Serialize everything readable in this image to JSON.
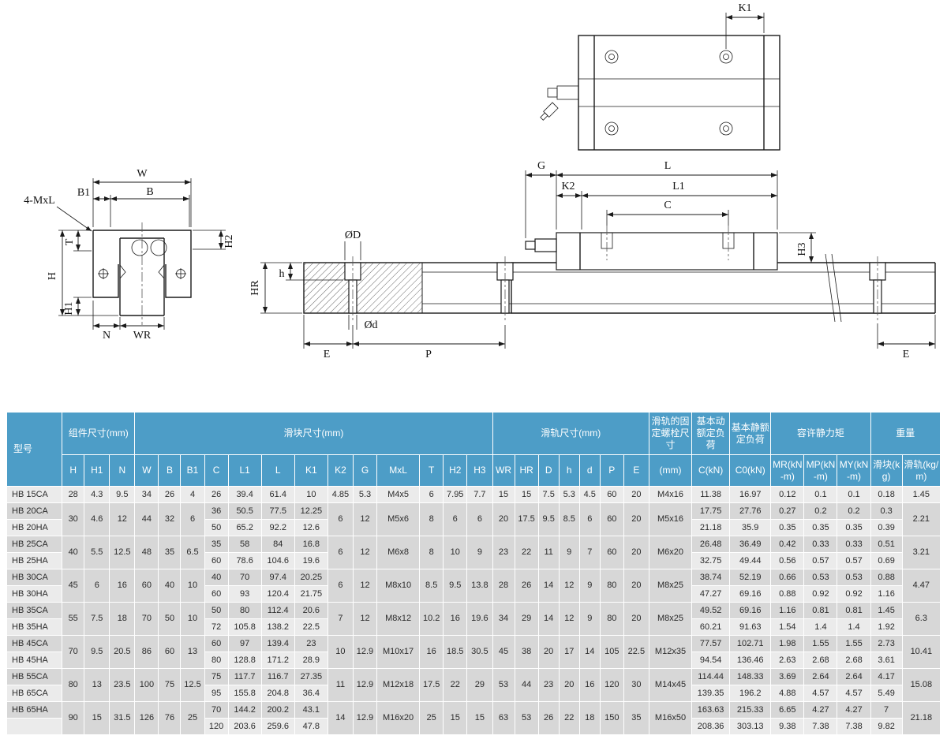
{
  "colors": {
    "header_blue": "#4d9dc7",
    "row_light": "#ebebeb",
    "row_dark": "#d7d7d7"
  },
  "dim_labels": {
    "K1": "K1",
    "W": "W",
    "B1": "B1",
    "B": "B",
    "MxL4": "4-MxL",
    "T": "T",
    "H": "H",
    "H1": "H1",
    "H2": "H2",
    "N": "N",
    "WR": "WR",
    "OD": "ØD",
    "h": "h",
    "HR": "HR",
    "Od": "Ød",
    "E1": "E",
    "P": "P",
    "G": "G",
    "L": "L",
    "K2": "K2",
    "L1": "L1",
    "C": "C",
    "H3": "H3",
    "E2": "E"
  },
  "table": {
    "header": {
      "model": "型号",
      "groups": [
        {
          "label": "组件尺寸(mm)",
          "cols": [
            "H",
            "H1",
            "N"
          ]
        },
        {
          "label": "滑块尺寸(mm)",
          "cols": [
            "W",
            "B",
            "B1",
            "C",
            "L1",
            "L",
            "K1",
            "K2",
            "G",
            "MxL",
            "T",
            "H2",
            "H3"
          ]
        },
        {
          "label": "滑轨尺寸(mm)",
          "cols": [
            "WR",
            "HR",
            "D",
            "h",
            "d",
            "P",
            "E"
          ]
        },
        {
          "label": "滑轨的固定螺栓尺寸",
          "cols": [
            "(mm)"
          ]
        },
        {
          "label": "基本动额定负荷",
          "cols": [
            "C(kN)"
          ]
        },
        {
          "label": "基本静额定负荷",
          "cols": [
            "C0(kN)"
          ]
        },
        {
          "label": "容许静力矩",
          "cols": [
            "MR(kN-m)",
            "MP(kN-m)",
            "MY(kN-m)"
          ]
        },
        {
          "label": "重量",
          "cols": [
            "滑块(kg)",
            "滑轨(kg/m)"
          ]
        }
      ]
    },
    "rows": [
      [
        "HB 15CA",
        "28",
        "4.3",
        "9.5",
        "34",
        "26",
        "4",
        "26",
        "39.4",
        "61.4",
        "10",
        "4.85",
        "5.3",
        "M4x5",
        "6",
        "7.95",
        "7.7",
        "15",
        "15",
        "7.5",
        "5.3",
        "4.5",
        "60",
        "20",
        "M4x16",
        "11.38",
        "16.97",
        "0.12",
        "0.1",
        "0.1",
        "0.18",
        "1.45"
      ],
      [
        "HB 20CA",
        {
          "v": "30",
          "rs": 2
        },
        {
          "v": "4.6",
          "rs": 2
        },
        {
          "v": "12",
          "rs": 2
        },
        {
          "v": "44",
          "rs": 2
        },
        {
          "v": "32",
          "rs": 2
        },
        {
          "v": "6",
          "rs": 2
        },
        "36",
        "50.5",
        "77.5",
        "12.25",
        {
          "v": "6",
          "rs": 2
        },
        {
          "v": "12",
          "rs": 2
        },
        {
          "v": "M5x6",
          "rs": 2
        },
        {
          "v": "8",
          "rs": 2
        },
        {
          "v": "6",
          "rs": 2
        },
        {
          "v": "6",
          "rs": 2
        },
        {
          "v": "20",
          "rs": 2
        },
        {
          "v": "17.5",
          "rs": 2
        },
        {
          "v": "9.5",
          "rs": 2
        },
        {
          "v": "8.5",
          "rs": 2
        },
        {
          "v": "6",
          "rs": 2
        },
        {
          "v": "60",
          "rs": 2
        },
        {
          "v": "20",
          "rs": 2
        },
        {
          "v": "M5x16",
          "rs": 2
        },
        "17.75",
        "27.76",
        "0.27",
        "0.2",
        "0.2",
        "0.3",
        {
          "v": "2.21",
          "rs": 2
        }
      ],
      [
        "HB 20HA",
        "50",
        "65.2",
        "92.2",
        "12.6",
        "21.18",
        "35.9",
        "0.35",
        "0.35",
        "0.35",
        "0.39"
      ],
      [
        "HB 25CA",
        {
          "v": "40",
          "rs": 2
        },
        {
          "v": "5.5",
          "rs": 2
        },
        {
          "v": "12.5",
          "rs": 2
        },
        {
          "v": "48",
          "rs": 2
        },
        {
          "v": "35",
          "rs": 2
        },
        {
          "v": "6.5",
          "rs": 2
        },
        "35",
        "58",
        "84",
        "16.8",
        {
          "v": "6",
          "rs": 2
        },
        {
          "v": "12",
          "rs": 2
        },
        {
          "v": "M6x8",
          "rs": 2
        },
        {
          "v": "8",
          "rs": 2
        },
        {
          "v": "10",
          "rs": 2
        },
        {
          "v": "9",
          "rs": 2
        },
        {
          "v": "23",
          "rs": 2
        },
        {
          "v": "22",
          "rs": 2
        },
        {
          "v": "11",
          "rs": 2
        },
        {
          "v": "9",
          "rs": 2
        },
        {
          "v": "7",
          "rs": 2
        },
        {
          "v": "60",
          "rs": 2
        },
        {
          "v": "20",
          "rs": 2
        },
        {
          "v": "M6x20",
          "rs": 2
        },
        "26.48",
        "36.49",
        "0.42",
        "0.33",
        "0.33",
        "0.51",
        {
          "v": "3.21",
          "rs": 2
        }
      ],
      [
        "HB 25HA",
        "60",
        "78.6",
        "104.6",
        "19.6",
        "32.75",
        "49.44",
        "0.56",
        "0.57",
        "0.57",
        "0.69"
      ],
      [
        "HB 30CA",
        {
          "v": "45",
          "rs": 2
        },
        {
          "v": "6",
          "rs": 2
        },
        {
          "v": "16",
          "rs": 2
        },
        {
          "v": "60",
          "rs": 2
        },
        {
          "v": "40",
          "rs": 2
        },
        {
          "v": "10",
          "rs": 2
        },
        "40",
        "70",
        "97.4",
        "20.25",
        {
          "v": "6",
          "rs": 2
        },
        {
          "v": "12",
          "rs": 2
        },
        {
          "v": "M8x10",
          "rs": 2
        },
        {
          "v": "8.5",
          "rs": 2
        },
        {
          "v": "9.5",
          "rs": 2
        },
        {
          "v": "13.8",
          "rs": 2
        },
        {
          "v": "28",
          "rs": 2
        },
        {
          "v": "26",
          "rs": 2
        },
        {
          "v": "14",
          "rs": 2
        },
        {
          "v": "12",
          "rs": 2
        },
        {
          "v": "9",
          "rs": 2
        },
        {
          "v": "80",
          "rs": 2
        },
        {
          "v": "20",
          "rs": 2
        },
        {
          "v": "M8x25",
          "rs": 2
        },
        "38.74",
        "52.19",
        "0.66",
        "0.53",
        "0.53",
        "0.88",
        {
          "v": "4.47",
          "rs": 2
        }
      ],
      [
        "HB 30HA",
        "60",
        "93",
        "120.4",
        "21.75",
        "47.27",
        "69.16",
        "0.88",
        "0.92",
        "0.92",
        "1.16"
      ],
      [
        "HB 35CA",
        {
          "v": "55",
          "rs": 2
        },
        {
          "v": "7.5",
          "rs": 2
        },
        {
          "v": "18",
          "rs": 2
        },
        {
          "v": "70",
          "rs": 2
        },
        {
          "v": "50",
          "rs": 2
        },
        {
          "v": "10",
          "rs": 2
        },
        "50",
        "80",
        "112.4",
        "20.6",
        {
          "v": "7",
          "rs": 2
        },
        {
          "v": "12",
          "rs": 2
        },
        {
          "v": "M8x12",
          "rs": 2
        },
        {
          "v": "10.2",
          "rs": 2
        },
        {
          "v": "16",
          "rs": 2
        },
        {
          "v": "19.6",
          "rs": 2
        },
        {
          "v": "34",
          "rs": 2
        },
        {
          "v": "29",
          "rs": 2
        },
        {
          "v": "14",
          "rs": 2
        },
        {
          "v": "12",
          "rs": 2
        },
        {
          "v": "9",
          "rs": 2
        },
        {
          "v": "80",
          "rs": 2
        },
        {
          "v": "20",
          "rs": 2
        },
        {
          "v": "M8x25",
          "rs": 2
        },
        "49.52",
        "69.16",
        "1.16",
        "0.81",
        "0.81",
        "1.45",
        {
          "v": "6.3",
          "rs": 2
        }
      ],
      [
        "HB 35HA",
        "72",
        "105.8",
        "138.2",
        "22.5",
        "60.21",
        "91.63",
        "1.54",
        "1.4",
        "1.4",
        "1.92"
      ],
      [
        "HB 45CA",
        {
          "v": "70",
          "rs": 2
        },
        {
          "v": "9.5",
          "rs": 2
        },
        {
          "v": "20.5",
          "rs": 2
        },
        {
          "v": "86",
          "rs": 2
        },
        {
          "v": "60",
          "rs": 2
        },
        {
          "v": "13",
          "rs": 2
        },
        "60",
        "97",
        "139.4",
        "23",
        {
          "v": "10",
          "rs": 2
        },
        {
          "v": "12.9",
          "rs": 2
        },
        {
          "v": "M10x17",
          "rs": 2
        },
        {
          "v": "16",
          "rs": 2
        },
        {
          "v": "18.5",
          "rs": 2
        },
        {
          "v": "30.5",
          "rs": 2
        },
        {
          "v": "45",
          "rs": 2
        },
        {
          "v": "38",
          "rs": 2
        },
        {
          "v": "20",
          "rs": 2
        },
        {
          "v": "17",
          "rs": 2
        },
        {
          "v": "14",
          "rs": 2
        },
        {
          "v": "105",
          "rs": 2
        },
        {
          "v": "22.5",
          "rs": 2
        },
        {
          "v": "M12x35",
          "rs": 2
        },
        "77.57",
        "102.71",
        "1.98",
        "1.55",
        "1.55",
        "2.73",
        {
          "v": "10.41",
          "rs": 2
        }
      ],
      [
        "HB 45HA",
        "80",
        "128.8",
        "171.2",
        "28.9",
        "94.54",
        "136.46",
        "2.63",
        "2.68",
        "2.68",
        "3.61"
      ],
      [
        "HB 55CA",
        {
          "v": "80",
          "rs": 2
        },
        {
          "v": "13",
          "rs": 2
        },
        {
          "v": "23.5",
          "rs": 2
        },
        {
          "v": "100",
          "rs": 2
        },
        {
          "v": "75",
          "rs": 2
        },
        {
          "v": "12.5",
          "rs": 2
        },
        "75",
        "117.7",
        "116.7",
        "27.35",
        {
          "v": "11",
          "rs": 2
        },
        {
          "v": "12.9",
          "rs": 2
        },
        {
          "v": "M12x18",
          "rs": 2
        },
        {
          "v": "17.5",
          "rs": 2
        },
        {
          "v": "22",
          "rs": 2
        },
        {
          "v": "29",
          "rs": 2
        },
        {
          "v": "53",
          "rs": 2
        },
        {
          "v": "44",
          "rs": 2
        },
        {
          "v": "23",
          "rs": 2
        },
        {
          "v": "20",
          "rs": 2
        },
        {
          "v": "16",
          "rs": 2
        },
        {
          "v": "120",
          "rs": 2
        },
        {
          "v": "30",
          "rs": 2
        },
        {
          "v": "M14x45",
          "rs": 2
        },
        "114.44",
        "148.33",
        "3.69",
        "2.64",
        "2.64",
        "4.17",
        {
          "v": "15.08",
          "rs": 2
        }
      ],
      [
        "HB 65CA",
        "95",
        "155.8",
        "204.8",
        "36.4",
        "139.35",
        "196.2",
        "4.88",
        "4.57",
        "4.57",
        "5.49"
      ],
      [
        "HB 65HA",
        {
          "v": "90",
          "rs": 2
        },
        {
          "v": "15",
          "rs": 2
        },
        {
          "v": "31.5",
          "rs": 2
        },
        {
          "v": "126",
          "rs": 2
        },
        {
          "v": "76",
          "rs": 2
        },
        {
          "v": "25",
          "rs": 2
        },
        "70",
        "144.2",
        "200.2",
        "43.1",
        {
          "v": "14",
          "rs": 2
        },
        {
          "v": "12.9",
          "rs": 2
        },
        {
          "v": "M16x20",
          "rs": 2
        },
        {
          "v": "25",
          "rs": 2
        },
        {
          "v": "15",
          "rs": 2
        },
        {
          "v": "15",
          "rs": 2
        },
        {
          "v": "63",
          "rs": 2
        },
        {
          "v": "53",
          "rs": 2
        },
        {
          "v": "26",
          "rs": 2
        },
        {
          "v": "22",
          "rs": 2
        },
        {
          "v": "18",
          "rs": 2
        },
        {
          "v": "150",
          "rs": 2
        },
        {
          "v": "35",
          "rs": 2
        },
        {
          "v": "M16x50",
          "rs": 2
        },
        "163.63",
        "215.33",
        "6.65",
        "4.27",
        "4.27",
        "7",
        {
          "v": "21.18",
          "rs": 2
        }
      ],
      [
        "",
        "120",
        "203.6",
        "259.6",
        "47.8",
        "208.36",
        "303.13",
        "9.38",
        "7.38",
        "7.38",
        "9.82"
      ]
    ]
  }
}
